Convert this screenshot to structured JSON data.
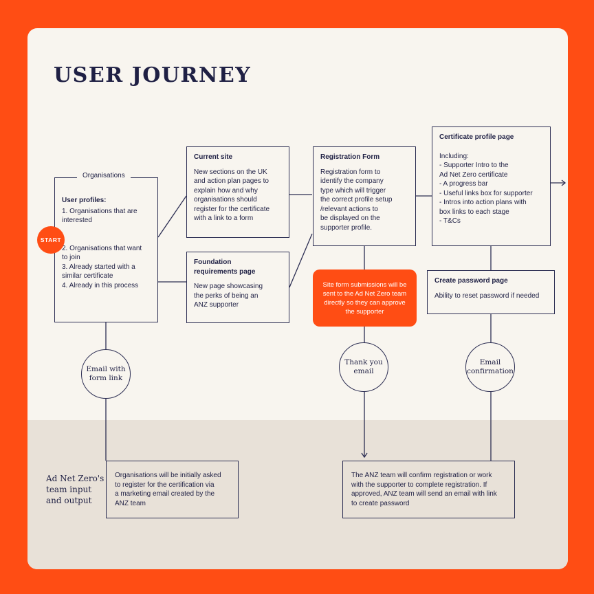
{
  "title": "USER JOURNEY",
  "start_label": "START",
  "organisations": {
    "legend": "Organisations",
    "heading": "User profiles:",
    "text": "1. Organisations that are\ninterested\n\n\n2. Organisations that want\nto join\n3. Already started with a\nsimilar certificate\n4. Already in this process"
  },
  "current_site": {
    "heading": "Current site",
    "text": "New sections on the UK\nand action plan pages to\nexplain how and why\norganisations should\nregister for the certificate\nwith a link to a form"
  },
  "foundation": {
    "heading": "Foundation\nrequirements page",
    "text": "New page showcasing\nthe perks of being an\nANZ supporter"
  },
  "registration": {
    "heading": "Registration Form",
    "text": "Registration form to\nidentify the company\ntype which will trigger\nthe correct profile setup\n/relevant actions to\nbe displayed on the\nsupporter profile."
  },
  "certificate": {
    "heading": "Certificate profile page",
    "text": "Including:\n- Supporter Intro to the\nAd Net Zero certificate\n- A progress bar\n- Useful links box for supporter\n- Intros into action plans with\nbox links to each stage\n- T&Cs"
  },
  "password": {
    "heading": "Create password page",
    "text": "Ability to reset password if needed"
  },
  "site_form_note": "Site form submissions will be\nsent to the Ad Net Zero team\ndirectly so they can approve\nthe supporter",
  "circles": {
    "email_form_link": "Email with\nform link",
    "thank_you_email": "Thank you\nemail",
    "email_confirmation": "Email\nconfirmation"
  },
  "team_label": "Ad Net Zero's\nteam input\nand output",
  "team_box_left": "Organisations will be initially asked\nto register for the certification via\na marketing email created by the\nANZ team",
  "team_box_right": "The ANZ team will confirm registration or work\nwith the supporter to complete registration. If\napproved, ANZ team will send an email with link\nto create password"
}
